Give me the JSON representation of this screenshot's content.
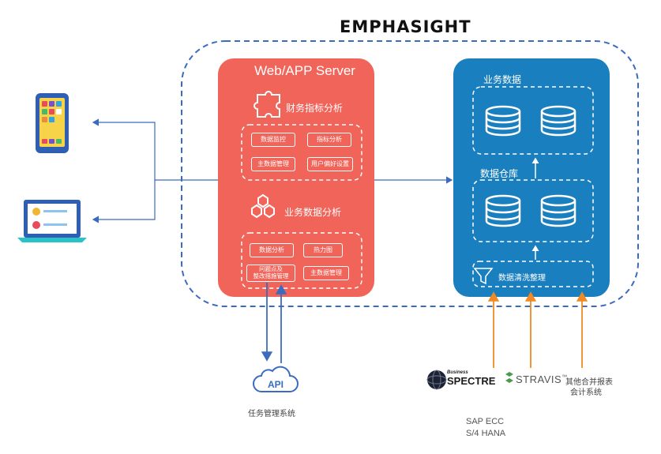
{
  "brand": "EMPHASIGHT",
  "server": {
    "title": "Web/APP Server",
    "finance_section": {
      "title": "财务指标分析",
      "chips": [
        "数据监控",
        "指标分析",
        "主数据管理",
        "用户偏好设置"
      ]
    },
    "business_section": {
      "title": "业务数据分析",
      "chips": [
        "数据分析",
        "热力图",
        "问题点及\n整改措施管理",
        "主数据管理"
      ]
    }
  },
  "data_panel": {
    "business_data_title": "业务数据",
    "warehouse_title": "数据仓库",
    "cleansing_title": "数据清洗整理"
  },
  "api": {
    "label": "API",
    "caption": "任务管理系统"
  },
  "sources": {
    "spectre_small": "Business",
    "spectre": "SPECTRE",
    "stravis": "STRAVIS",
    "stravis_tm": "™",
    "other_line1": "其他合并报表",
    "other_line2": "会计系统",
    "sap_line1": "SAP ECC",
    "sap_line2": "S/4 HANA"
  },
  "colors": {
    "server_fill": "#f0645a",
    "data_fill": "#1a7fbf",
    "dashed_outer": "#3a6bbf",
    "arrow_blue": "#3a6bbf",
    "arrow_orange": "#f08a24"
  }
}
